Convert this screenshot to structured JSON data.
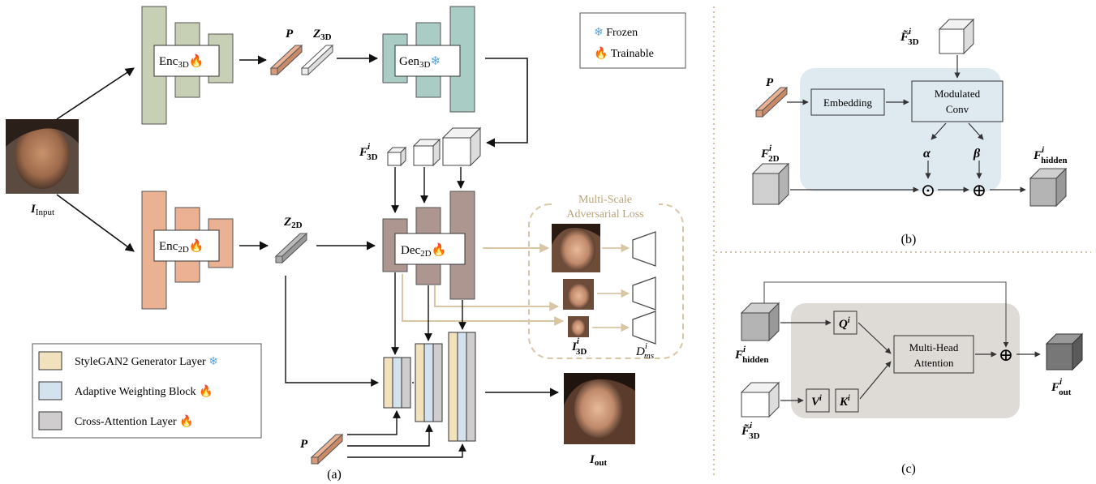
{
  "legend_top": {
    "frozen": "Frozen",
    "trainable": "Trainable"
  },
  "legend_bottom": {
    "stylegan": "StyleGAN2 Generator Layer",
    "adaptive": "Adaptive Weighting Block",
    "cross": "Cross-Attention Layer"
  },
  "panel_a": {
    "caption": "(a)",
    "input_label": "I",
    "input_sub": "Input",
    "enc3d": "Enc",
    "enc3d_sub": "3D",
    "enc2d": "Enc",
    "enc2d_sub": "2D",
    "gen3d": "Gen",
    "gen3d_sub": "3D",
    "dec2d": "Dec",
    "dec2d_sub": "2D",
    "p_label": "P",
    "z3d": "Z",
    "z3d_sub": "3D",
    "z2d": "Z",
    "z2d_sub": "2D",
    "f3d": "F",
    "f3d_sup": "i",
    "f3d_sub": "3D",
    "loss_title_1": "Multi-Scale",
    "loss_title_2": "Adversarial Loss",
    "i3d": "I",
    "i3d_sup": "i",
    "i3d_sub": "3D",
    "dms": "D",
    "dms_sup": "i",
    "dms_sub": "ms",
    "iout": "I",
    "iout_sub": "out",
    "p_bottom": "P"
  },
  "panel_b": {
    "caption": "(b)",
    "f3d_tilde": "F̃",
    "f3d_sup": "i",
    "f3d_sub": "3D",
    "p_label": "P",
    "embedding": "Embedding",
    "modconv_1": "Modulated",
    "modconv_2": "Conv",
    "alpha": "α",
    "beta": "β",
    "f2d": "F",
    "f2d_sup": "i",
    "f2d_sub": "2D",
    "fhidden": "F",
    "fhidden_sup": "i",
    "fhidden_sub": "hidden",
    "odot": "⊙",
    "oplus": "⊕"
  },
  "panel_c": {
    "caption": "(c)",
    "fhidden": "F",
    "fhidden_sup": "i",
    "fhidden_sub": "hidden",
    "q": "Q",
    "q_sup": "i",
    "v": "V",
    "v_sup": "i",
    "k": "K",
    "k_sup": "i",
    "mha_1": "Multi-Head",
    "mha_2": "Attention",
    "f3d_tilde": "F̃",
    "f3d_sup": "i",
    "f3d_sub": "3D",
    "fout": "F",
    "fout_sup": "i",
    "fout_sub": "out",
    "oplus": "⊕"
  },
  "colors": {
    "green_enc": "#c7cfb4",
    "teal_gen": "#a9ccc4",
    "salmon_enc": "#eab193",
    "mauve_dec": "#ad9590",
    "yellow_layer": "#f1e2bd",
    "blue_layer": "#d3e2ee",
    "gray_layer": "#cfcdcd",
    "loss_dash": "#d9c6a4",
    "panel_b_bg": "#dfe9f0",
    "panel_c_bg": "#dedad6"
  }
}
